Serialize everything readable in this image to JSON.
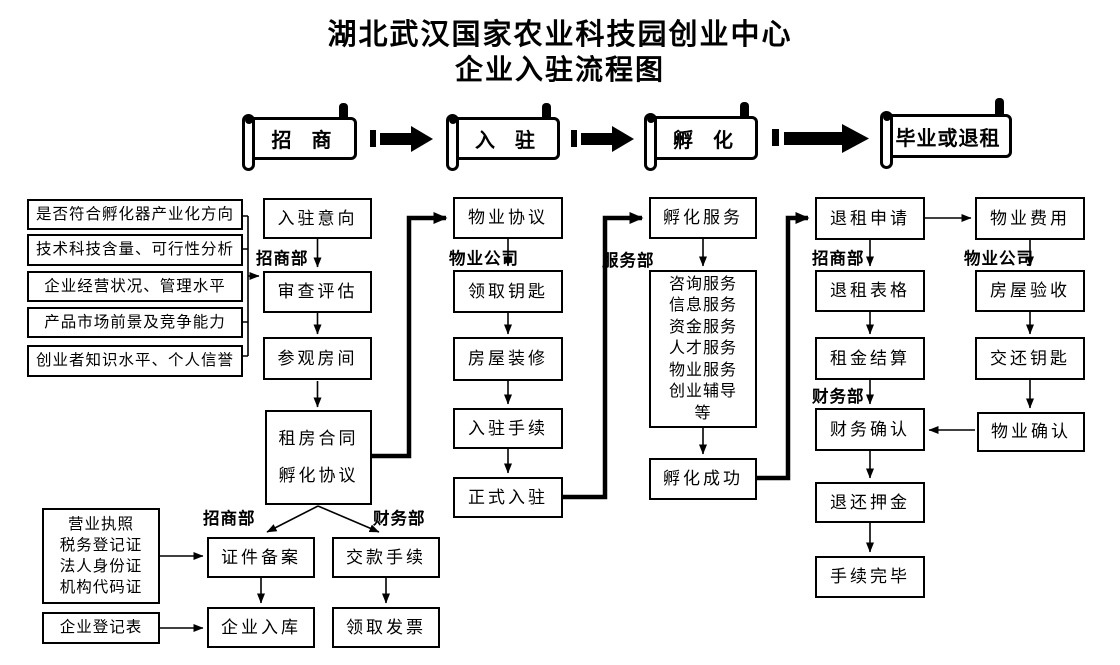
{
  "title": {
    "line1": "湖北武汉国家农业科技园创业中心",
    "line2": "企业入驻流程图"
  },
  "stages": {
    "recruit": "招　商",
    "entry": "入　驻",
    "incubate": "孵　化",
    "graduate": "毕业或退租"
  },
  "labels": {
    "dept_recruit": "招商部",
    "dept_property_co": "物业公司",
    "dept_service": "服务部",
    "dept_finance": "财务部"
  },
  "boxes": {
    "criteria1": "是否符合孵化器产业化方向",
    "criteria2": "技术科技含量、可行性分析",
    "criteria3": "企业经营状况、管理水平",
    "criteria4": "产品市场前景及竞争能力",
    "criteria5": "创业者知识水平、个人信誉",
    "ruzhu_yixiang": "入驻意向",
    "shencha_pinggu": "审查评估",
    "canguan_fangjian": "参观房间",
    "zufang_line1": "租房合同",
    "zufang_line2": "孵化协议",
    "wuye_xieyi": "物业协议",
    "lingqu_yaoshi": "领取钥匙",
    "fangwu_zhuangxiu": "房屋装修",
    "ruzhu_shouxu": "入驻手续",
    "zhengshi_ruzhu": "正式入驻",
    "fuhua_fuwu": "孵化服务",
    "services": [
      "咨询服务",
      "信息服务",
      "资金服务",
      "人才服务",
      "物业服务",
      "创业辅导",
      "等"
    ],
    "fuhua_chenggong": "孵化成功",
    "tuizu_shenqing": "退租申请",
    "tuizu_biaoge": "退租表格",
    "zujin_jiesuan": "租金结算",
    "caiwu_queren": "财务确认",
    "tuihuan_yajin": "退还押金",
    "shouxu_wanbi": "手续完毕",
    "wuye_feiyong": "物业费用",
    "fangwu_yanshou": "房屋验收",
    "jiaohuan_yaoshi": "交还钥匙",
    "wuye_queren": "物业确认",
    "docs": [
      "营业执照",
      "税务登记证",
      "法人身份证",
      "机构代码证"
    ],
    "qiye_dengjibiao": "企业登记表",
    "zhengjian_beian": "证件备案",
    "jiaokuan_shouxu": "交款手续",
    "qiye_ruku": "企业入库",
    "lingqu_fapiao": "领取发票"
  },
  "colors": {
    "ink": "#000000",
    "background": "#ffffff"
  }
}
